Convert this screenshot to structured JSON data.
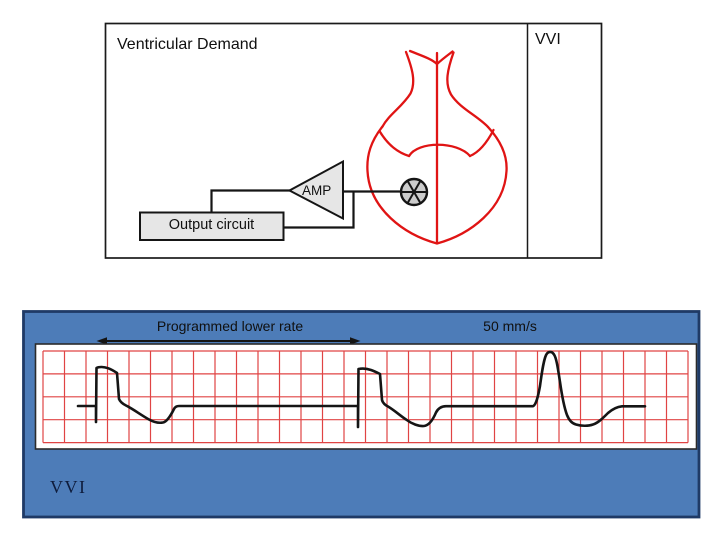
{
  "top_panel": {
    "title": "Ventricular Demand",
    "mode_label": "VVI",
    "amp_label": "AMP",
    "output_circuit_label": "Output circuit"
  },
  "strip_panel": {
    "interval_label": "Programmed lower rate",
    "speed_label": "50 mm/s",
    "mode_label": "VVI"
  },
  "colors": {
    "heart_red": "#e01414",
    "grid_red": "#e04444",
    "panel_blue": "#4d7cb8",
    "panel_border": "#1f3a66",
    "component_gray": "#e6e6e6"
  }
}
